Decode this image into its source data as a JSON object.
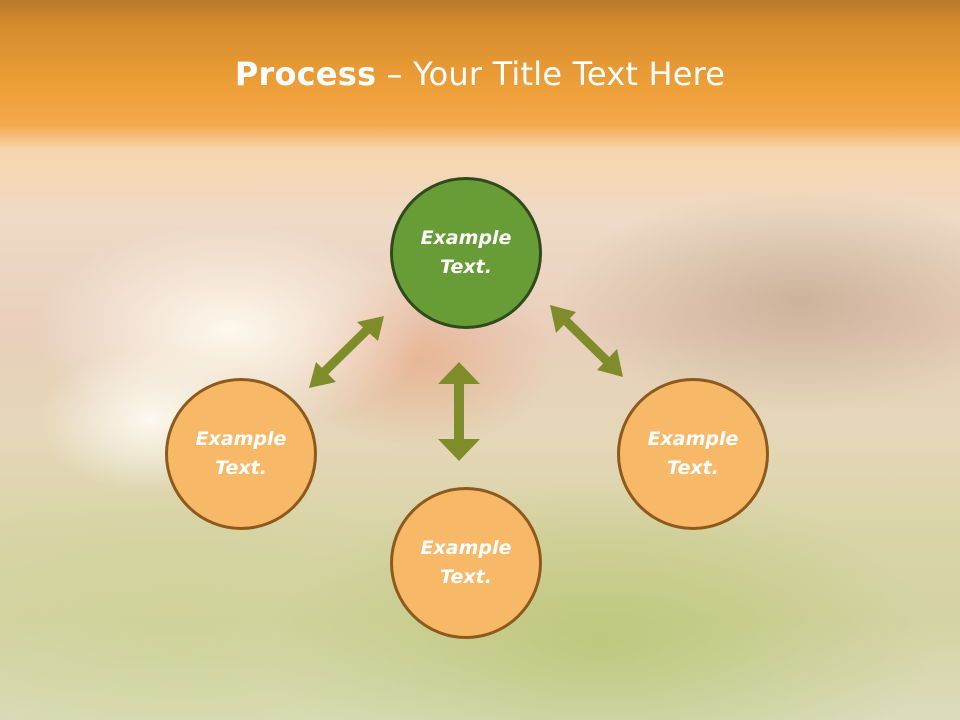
{
  "slide": {
    "title_strong": "Process",
    "title_rest": " – Your Title Text Here"
  },
  "nodes": {
    "center": "Example\nText.",
    "left": "Example\nText.",
    "bottom": "Example\nText.",
    "right": "Example\nText."
  },
  "colors": {
    "center_fill": "#679c36",
    "outer_fill": "#f7b868",
    "arrow": "#7f8c2a",
    "title_bar": "#eea039"
  }
}
